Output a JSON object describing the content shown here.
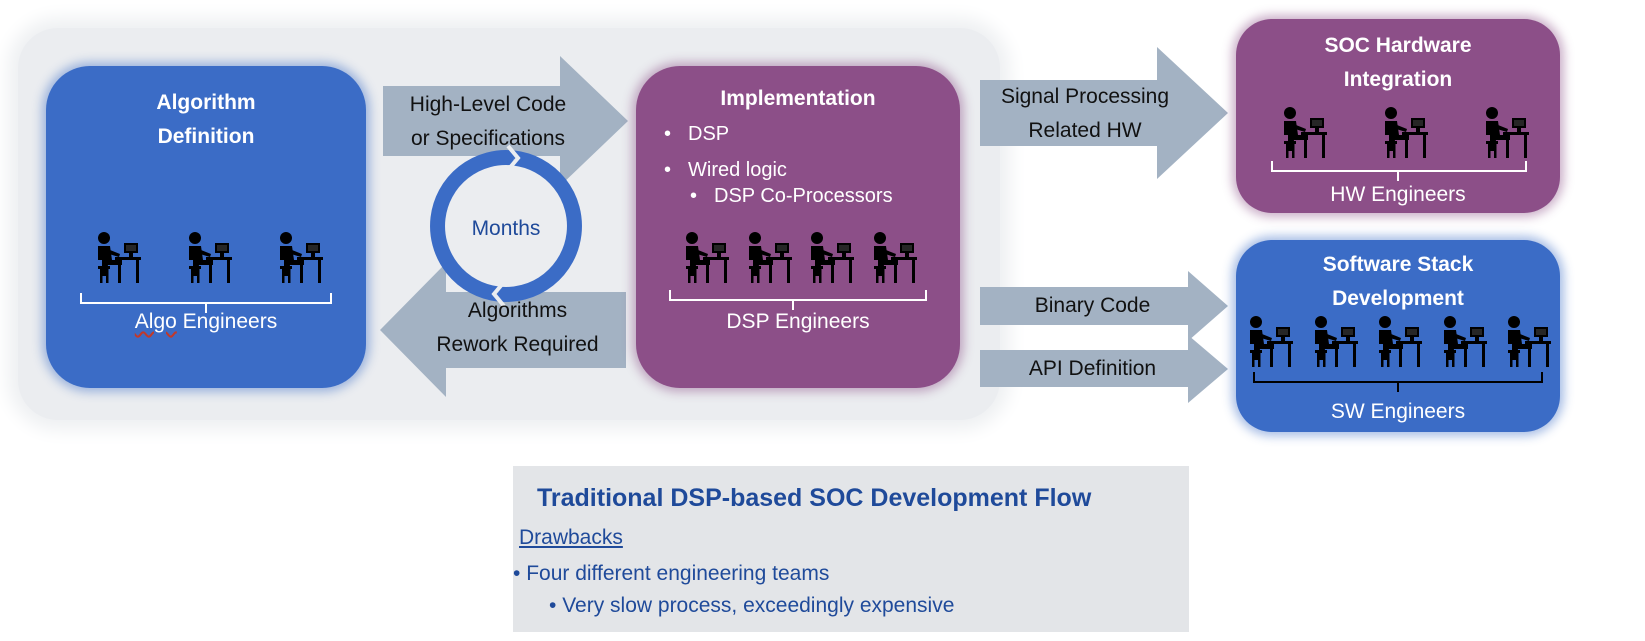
{
  "algo_box": {
    "title_line1": "Algorithm",
    "title_line2": "Definition",
    "team_squiggle": "Algo",
    "team_rest": " Engineers",
    "engineer_count": 3
  },
  "impl_box": {
    "title": "Implementation",
    "bullets": [
      "DSP",
      "Wired logic"
    ],
    "sub_bullets": [
      "DSP Co-Processors"
    ],
    "team": "DSP Engineers",
    "engineer_count": 4
  },
  "hw_box": {
    "title_line1": "SOC Hardware",
    "title_line2": "Integration",
    "team": "HW Engineers",
    "engineer_count": 3
  },
  "sw_box": {
    "title_line1": "Software Stack",
    "title_line2": "Development",
    "team": "SW Engineers",
    "engineer_count": 5
  },
  "arrows": {
    "to_impl": {
      "line1": "High-Level Code",
      "line2": "or Specifications"
    },
    "to_algo": {
      "line1": "Algorithms",
      "line2": "Rework Required"
    },
    "to_hw": {
      "line1": "Signal Processing",
      "line2": "Related HW"
    },
    "binary": "Binary Code",
    "api": "API Definition"
  },
  "cycle": {
    "label": "Months"
  },
  "summary": {
    "title": "Traditional DSP-based SOC Development Flow",
    "subtitle": "Drawbacks",
    "bullet1": "Four different engineering teams",
    "bullet2": "Very slow process, exceedingly expensive"
  },
  "colors": {
    "blue": "#3b6cc6",
    "purple": "#8c4f88",
    "arrow": "#a3b2c3",
    "accent_text": "#1f4a9a"
  }
}
